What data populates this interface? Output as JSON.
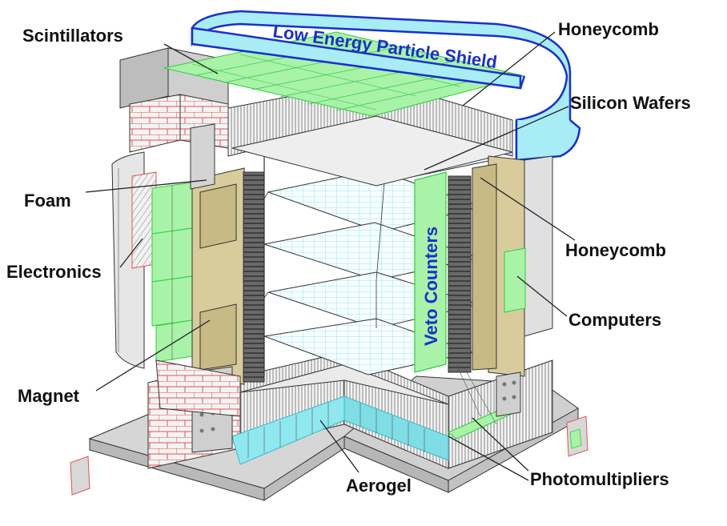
{
  "diagram": {
    "labels": {
      "scintillators": "Scintillators",
      "honeycomb_top": "Honeycomb",
      "silicon_wafers": "Silicon Wafers",
      "foam": "Foam",
      "electronics": "Electronics",
      "honeycomb_mid": "Honeycomb",
      "computers": "Computers",
      "magnet": "Magnet",
      "photomultipliers": "Photomultipliers",
      "aerogel": "Aerogel"
    },
    "shield_label": "Low Energy Particle Shield",
    "veto_label": "Veto Counters",
    "colors": {
      "shield_blue": "#1a2fd0",
      "shield_fill": "#a8ecf6",
      "green": "#a8f3a8",
      "green_edge": "#2ecc40",
      "tan": "#d8cc9c",
      "gray": "#cfcfcf",
      "brick": "#e86a6a",
      "cyan": "#8fe8ef"
    }
  }
}
